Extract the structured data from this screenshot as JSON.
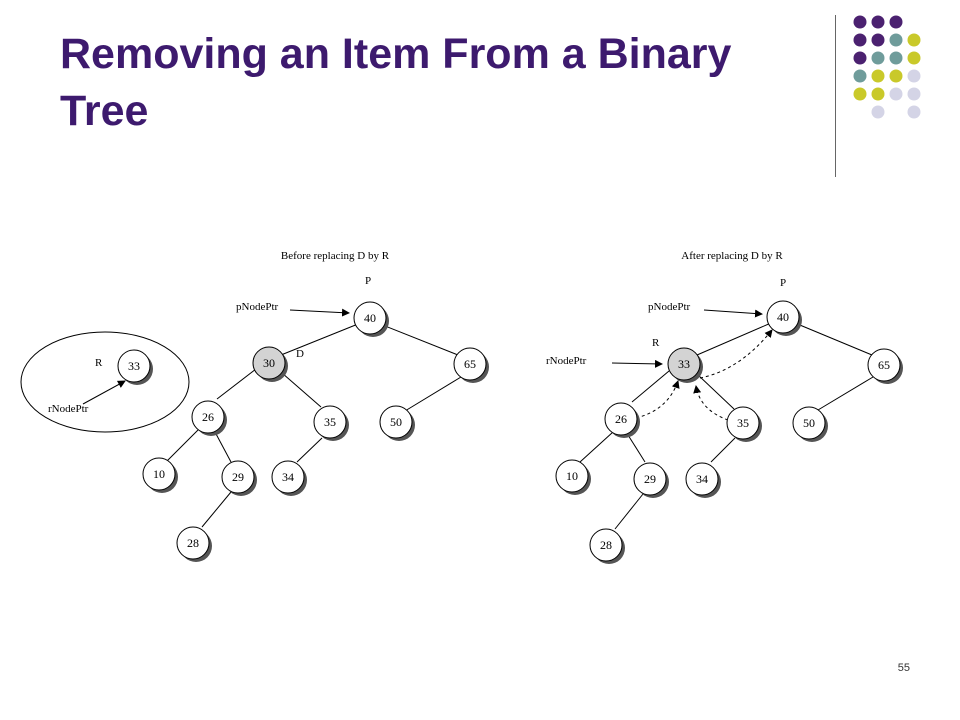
{
  "slide": {
    "title": "Removing an Item From a Binary Tree",
    "number": "55"
  },
  "colors": {
    "title": "#3d1a6e",
    "dot_purple": "#4b2170",
    "dot_teal": "#6f9c9b",
    "dot_lime": "#c9c92a",
    "dot_lavender": "#d4d4e6",
    "node_highlight": "#d3d3d3"
  },
  "decor_dots": [
    [
      "purple",
      "purple",
      "purple",
      ""
    ],
    [
      "purple",
      "purple",
      "teal",
      "lime"
    ],
    [
      "purple",
      "teal",
      "teal",
      "lime"
    ],
    [
      "teal",
      "lime",
      "lime",
      "lavender"
    ],
    [
      "lime",
      "lime",
      "lavender",
      "lavender"
    ],
    [
      "",
      "lavender",
      "",
      "lavender"
    ]
  ],
  "diagrams": [
    {
      "id": "before",
      "caption": "Before replacing D by R",
      "labels": {
        "P": "P",
        "D": "D",
        "R": "R",
        "pNodePtr": "pNodePtr",
        "rNodePtr": "rNodePtr"
      },
      "nodes": [
        {
          "key": "40",
          "highlight": false
        },
        {
          "key": "30",
          "highlight": true
        },
        {
          "key": "65",
          "highlight": false
        },
        {
          "key": "26",
          "highlight": false
        },
        {
          "key": "35",
          "highlight": false
        },
        {
          "key": "50",
          "highlight": false
        },
        {
          "key": "10",
          "highlight": false
        },
        {
          "key": "29",
          "highlight": false
        },
        {
          "key": "34",
          "highlight": false
        },
        {
          "key": "28",
          "highlight": false
        },
        {
          "key": "33",
          "highlight": false
        }
      ]
    },
    {
      "id": "after",
      "caption": "After replacing D by R",
      "labels": {
        "P": "P",
        "R": "R",
        "pNodePtr": "pNodePtr",
        "rNodePtr": "rNodePtr"
      },
      "nodes": [
        {
          "key": "40",
          "highlight": false
        },
        {
          "key": "33",
          "highlight": true
        },
        {
          "key": "65",
          "highlight": false
        },
        {
          "key": "26",
          "highlight": false
        },
        {
          "key": "35",
          "highlight": false
        },
        {
          "key": "50",
          "highlight": false
        },
        {
          "key": "10",
          "highlight": false
        },
        {
          "key": "29",
          "highlight": false
        },
        {
          "key": "34",
          "highlight": false
        },
        {
          "key": "28",
          "highlight": false
        }
      ]
    }
  ]
}
